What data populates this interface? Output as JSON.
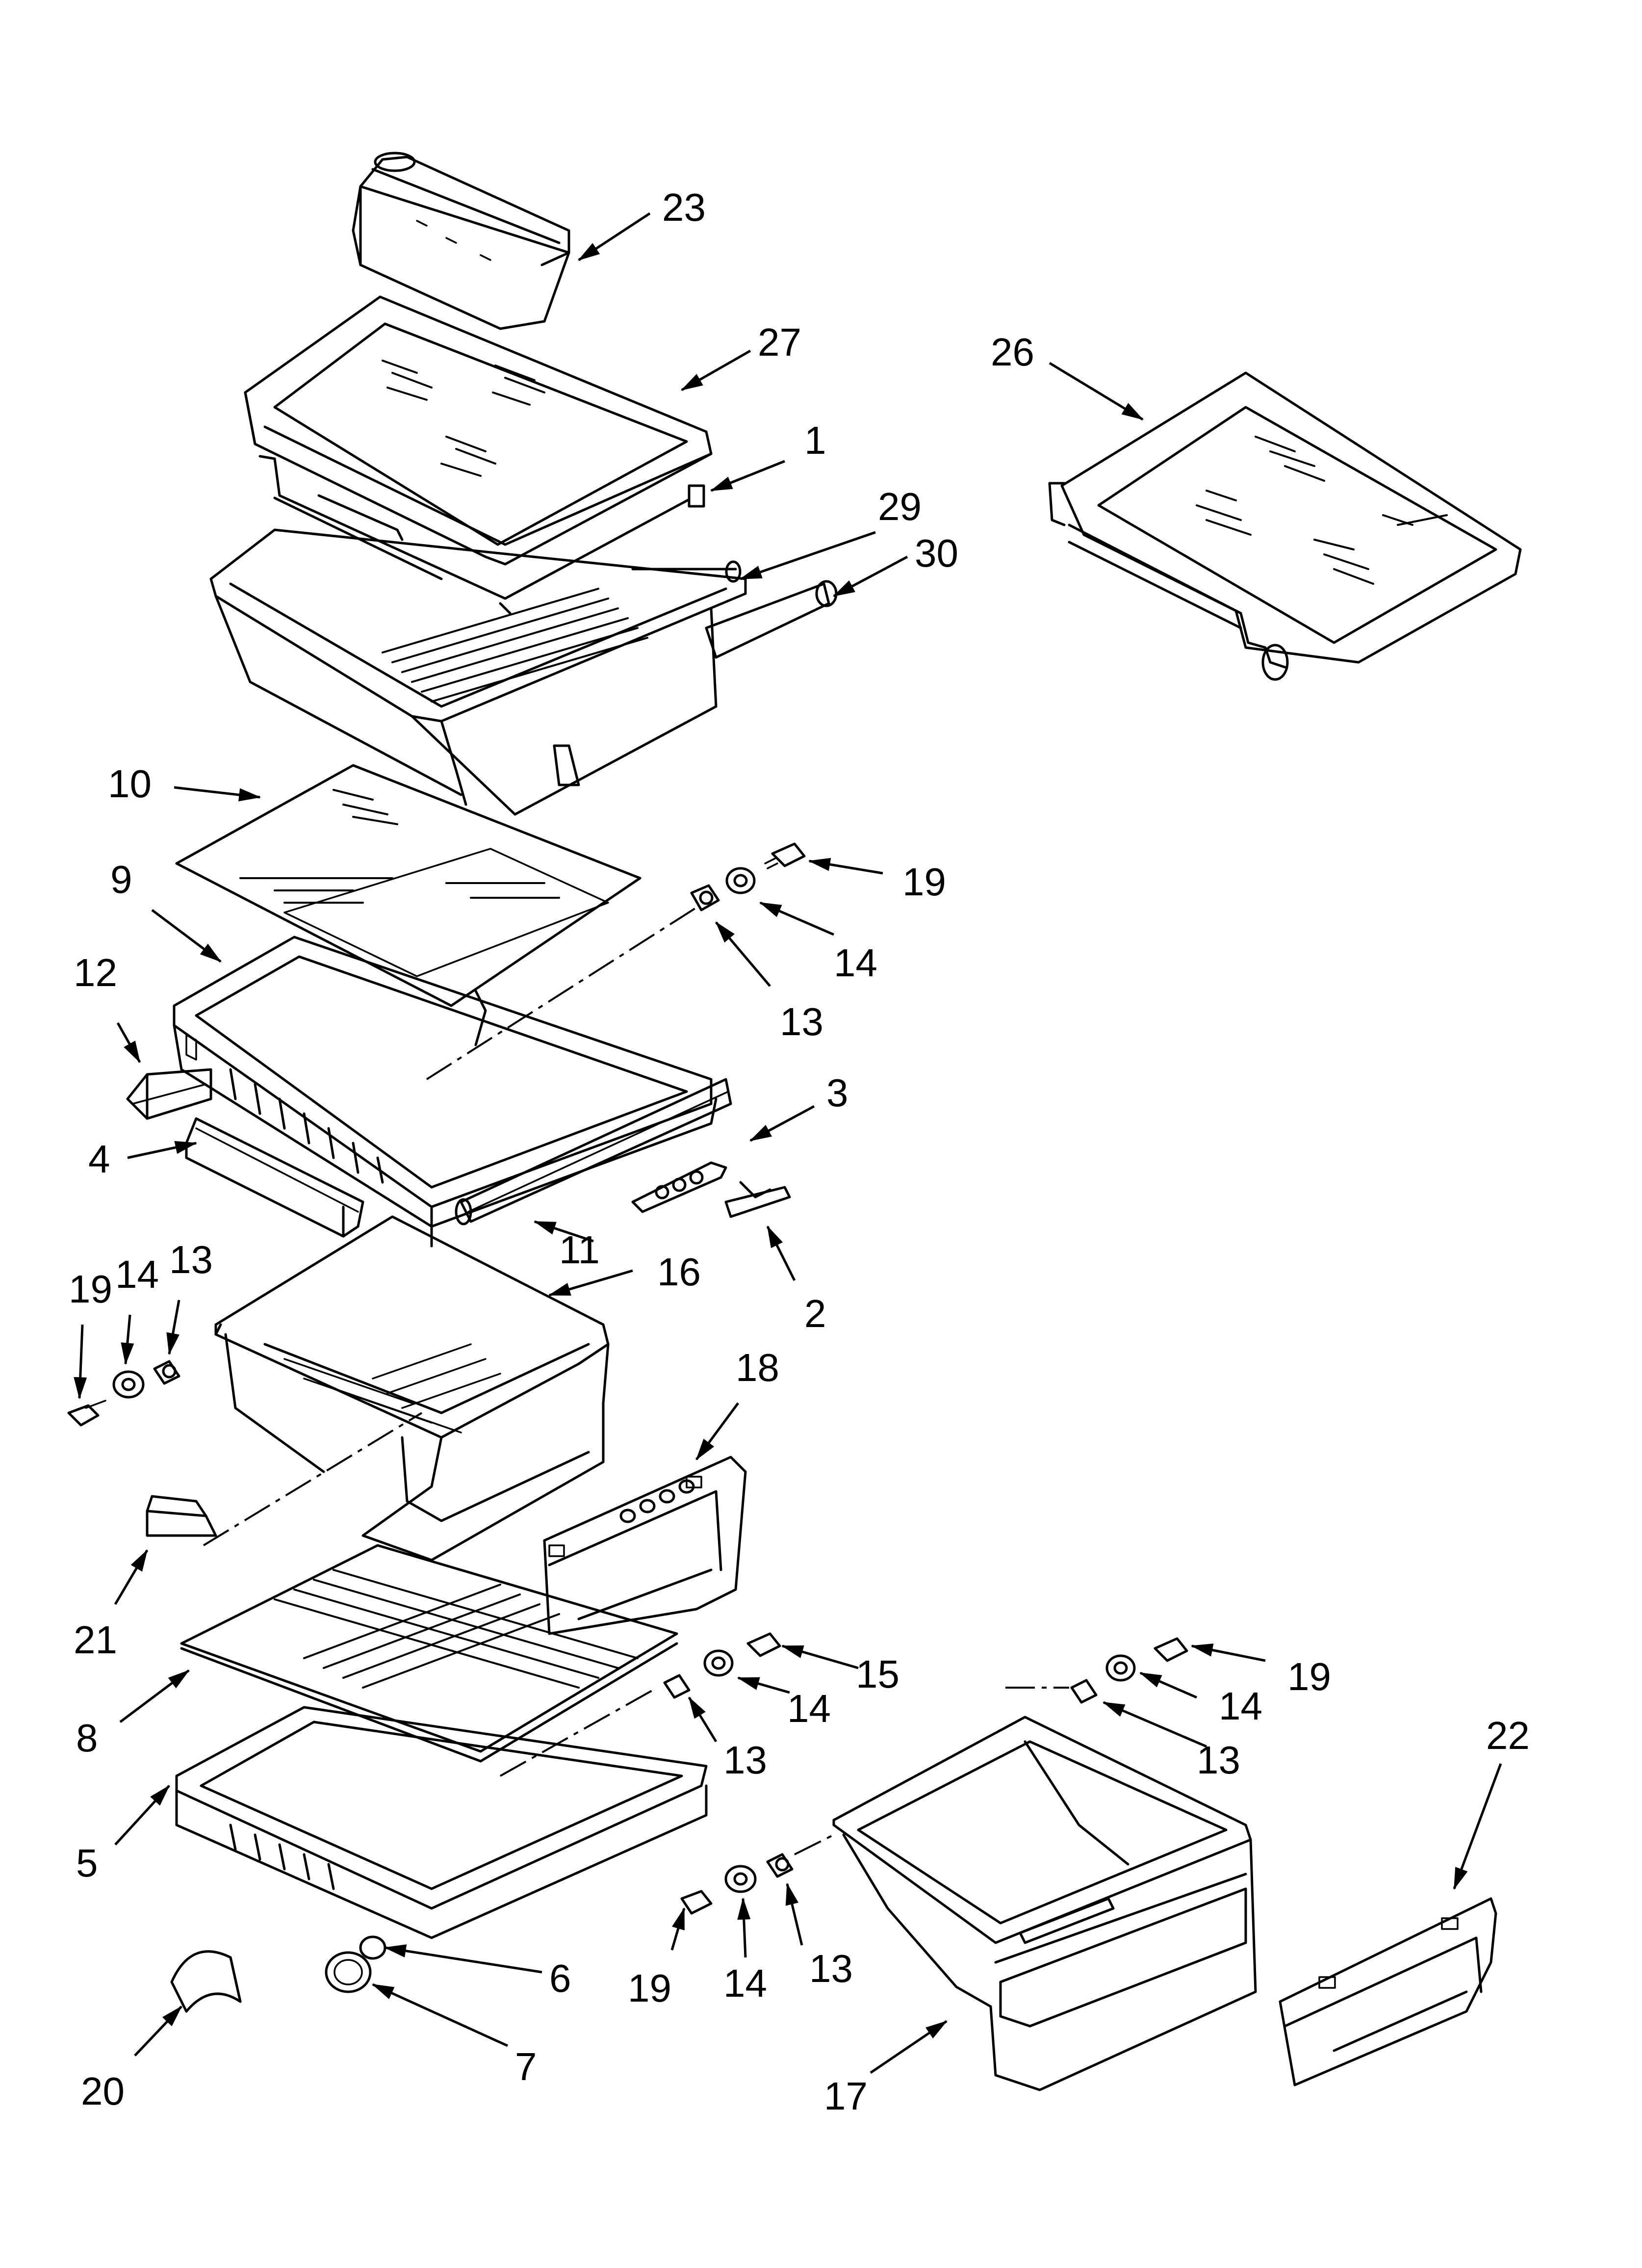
{
  "diagram": {
    "callouts": [
      {
        "id": "c23",
        "label": "23"
      },
      {
        "id": "c27",
        "label": "27"
      },
      {
        "id": "c1",
        "label": "1"
      },
      {
        "id": "c29",
        "label": "29"
      },
      {
        "id": "c30",
        "label": "30"
      },
      {
        "id": "c26",
        "label": "26"
      },
      {
        "id": "c10",
        "label": "10"
      },
      {
        "id": "c19a",
        "label": "19"
      },
      {
        "id": "c9",
        "label": "9"
      },
      {
        "id": "c14a",
        "label": "14"
      },
      {
        "id": "c12",
        "label": "12"
      },
      {
        "id": "c13a",
        "label": "13"
      },
      {
        "id": "c3",
        "label": "3"
      },
      {
        "id": "c4",
        "label": "4"
      },
      {
        "id": "c11",
        "label": "11"
      },
      {
        "id": "c16",
        "label": "16"
      },
      {
        "id": "c19b",
        "label": "19"
      },
      {
        "id": "c14b",
        "label": "14"
      },
      {
        "id": "c13b",
        "label": "13"
      },
      {
        "id": "c2",
        "label": "2"
      },
      {
        "id": "c18",
        "label": "18"
      },
      {
        "id": "c21",
        "label": "21"
      },
      {
        "id": "c15",
        "label": "15"
      },
      {
        "id": "c14c",
        "label": "14"
      },
      {
        "id": "c19c",
        "label": "19"
      },
      {
        "id": "c8",
        "label": "8"
      },
      {
        "id": "c13c",
        "label": "13"
      },
      {
        "id": "c14d",
        "label": "14"
      },
      {
        "id": "c13d",
        "label": "13"
      },
      {
        "id": "c22",
        "label": "22"
      },
      {
        "id": "c5",
        "label": "5"
      },
      {
        "id": "c6",
        "label": "6"
      },
      {
        "id": "c19d",
        "label": "19"
      },
      {
        "id": "c14e",
        "label": "14"
      },
      {
        "id": "c13e",
        "label": "13"
      },
      {
        "id": "c7",
        "label": "7"
      },
      {
        "id": "c20",
        "label": "20"
      },
      {
        "id": "c17",
        "label": "17"
      }
    ]
  }
}
